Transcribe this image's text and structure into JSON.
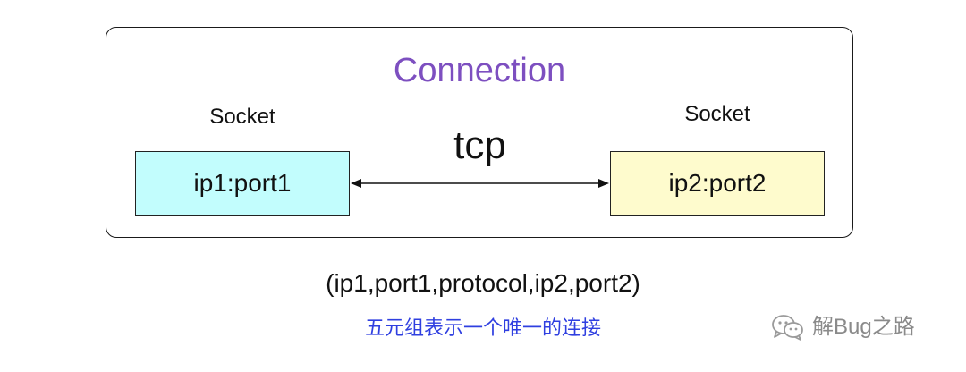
{
  "diagram": {
    "title": "Connection",
    "left_socket": {
      "label": "Socket",
      "endpoint": "ip1:port1"
    },
    "right_socket": {
      "label": "Socket",
      "endpoint": "ip2:port2"
    },
    "protocol": "tcp",
    "tuple": "(ip1,port1,protocol,ip2,port2)",
    "caption": "五元组表示一个唯一的连接"
  },
  "watermark": {
    "icon": "wechat-icon",
    "text": "解Bug之路"
  },
  "colors": {
    "title": "#7d4fc0",
    "left_box": "#c2fdfd",
    "right_box": "#fefbcd",
    "caption": "#2f3fe0"
  }
}
